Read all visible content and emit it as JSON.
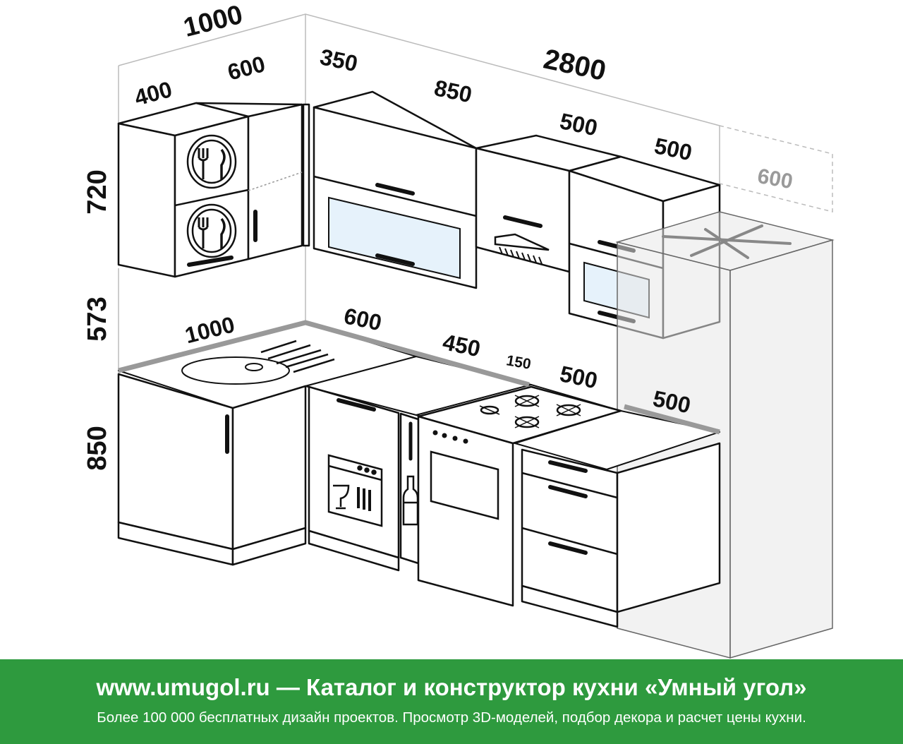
{
  "dimensions": {
    "upper_corner_total": "1000",
    "upper_corner_left": "400",
    "upper_corner_right": "600",
    "upper_wall_first": "350",
    "upper_wall_total": "2800",
    "upper_wall_cabinet": "850",
    "upper_wall_hood": "500",
    "upper_wall_microwave": "500",
    "fridge_depth": "600",
    "height_upper": "720",
    "height_gap": "573",
    "height_base": "850",
    "base_left": "1000",
    "base_corner": "600",
    "base_dishwasher": "450",
    "base_bottle": "150",
    "base_stove": "500",
    "base_drawers": "500"
  },
  "footer": {
    "title": "www.umugol.ru — Каталог и конструктор кухни «Умный угол»",
    "subtitle": "Более 100 000 бесплатных дизайн проектов. Просмотр 3D-моделей, подбор декора и расчет цены кухни."
  },
  "colors": {
    "footer_background": "#2e9a3e",
    "footer_text": "#ffffff",
    "line": "#111111",
    "wall_outline": "#bbbbbb",
    "glass": "#e6f2fb",
    "fridge": "#e8e8e8"
  },
  "icons": [
    "dishes-icon",
    "dishwasher-icon",
    "bottle-icon",
    "hood-icon",
    "snowflake-icon"
  ]
}
